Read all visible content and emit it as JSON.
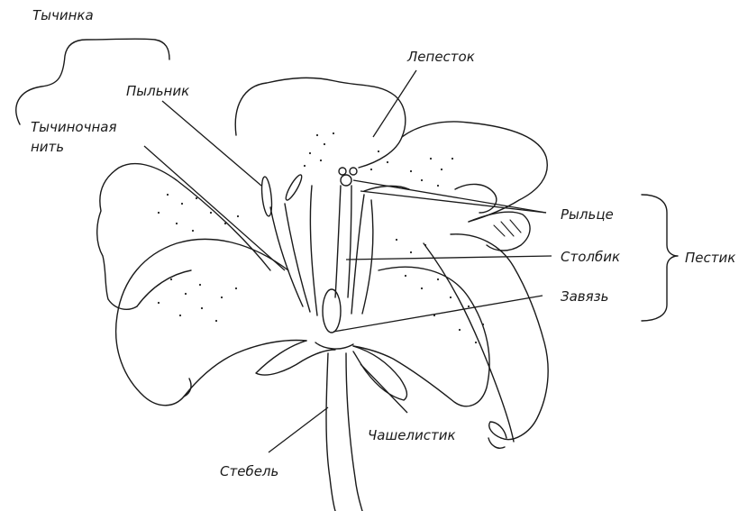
{
  "labels": {
    "stamen": "Тычинка",
    "anther": "Пыльник",
    "filament_line1": "Тычиночная",
    "filament_line2": "нить",
    "petal": "Лепесток",
    "stigma": "Рыльце",
    "style": "Столбик",
    "ovary": "Завязь",
    "pistil": "Пестик",
    "sepal": "Чашелистик",
    "stem": "Стебель"
  }
}
